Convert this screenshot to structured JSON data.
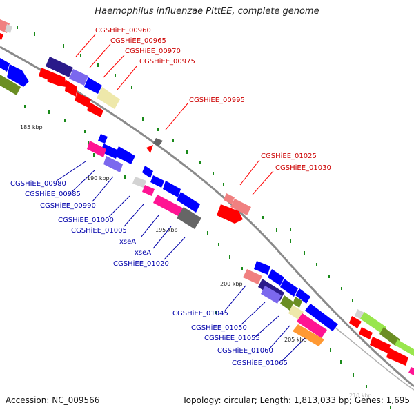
{
  "title": "Haemophilus influenzae PittEE, complete genome",
  "footer": {
    "accession": "Accession: NC_009566",
    "topology": "Topology: circular; Length: 1,813,033 bp; Genes: 1,695"
  },
  "ticks": [
    "185 kbp",
    "190 kbp",
    "195 kbp",
    "200 kbp",
    "205 kbp",
    "210 kbp"
  ],
  "genes_top": [
    "CGSHiEE_00960",
    "CGSHiEE_00965",
    "CGSHiEE_00970",
    "CGSHiEE_00975",
    "CGSHiEE_00995",
    "CGSHiEE_01025",
    "CGSHiEE_01030"
  ],
  "genes_bottom": [
    "CGSHiEE_00980",
    "CGSHiEE_00985",
    "CGSHiEE_00990",
    "CGSHiEE_01000",
    "CGSHiEE_01005",
    "xseA",
    "xseA",
    "CGSHiEE_01020",
    "CGSHiEE_01045",
    "CGSHiEE_01050",
    "CGSHiEE_01055",
    "CGSHiEE_01060",
    "CGSHiEE_01065"
  ],
  "colors": {
    "forward_label": "#cc0000",
    "reverse_label": "#0000aa",
    "backbone": "#808080",
    "tick_dot": "#1a8a1a",
    "red": "#ff0000",
    "blue": "#0000ff",
    "pink": "#f08080",
    "magenta": "#ff1493",
    "violet": "#7b68ee",
    "navy": "#2a1a8a",
    "olive": "#6b8e23",
    "khaki": "#eee8aa",
    "gray": "#808080",
    "lightgray": "#d3d3d3",
    "lime": "#99e64d",
    "orange": "#ff9933"
  }
}
